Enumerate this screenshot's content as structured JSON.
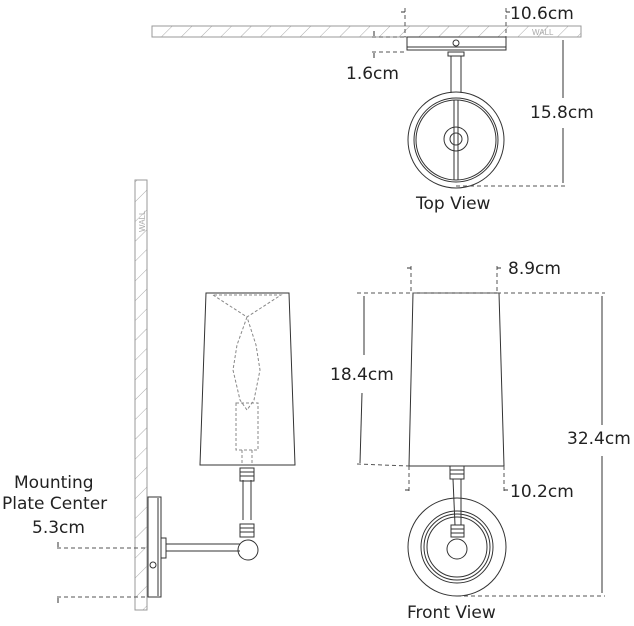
{
  "top_view": {
    "title": "Top View",
    "wall_label": "WALL",
    "plate_width": "10.6cm",
    "plate_depth": "1.6cm",
    "projection": "15.8cm"
  },
  "side_view": {
    "wall_label": "WALL",
    "mounting_label_line1": "Mounting",
    "mounting_label_line2": "Plate Center",
    "mounting_offset": "5.3cm"
  },
  "front_view": {
    "title": "Front View",
    "shade_top_width": "8.9cm",
    "shade_height": "18.4cm",
    "shade_bottom_width": "10.2cm",
    "overall_height": "32.4cm"
  }
}
